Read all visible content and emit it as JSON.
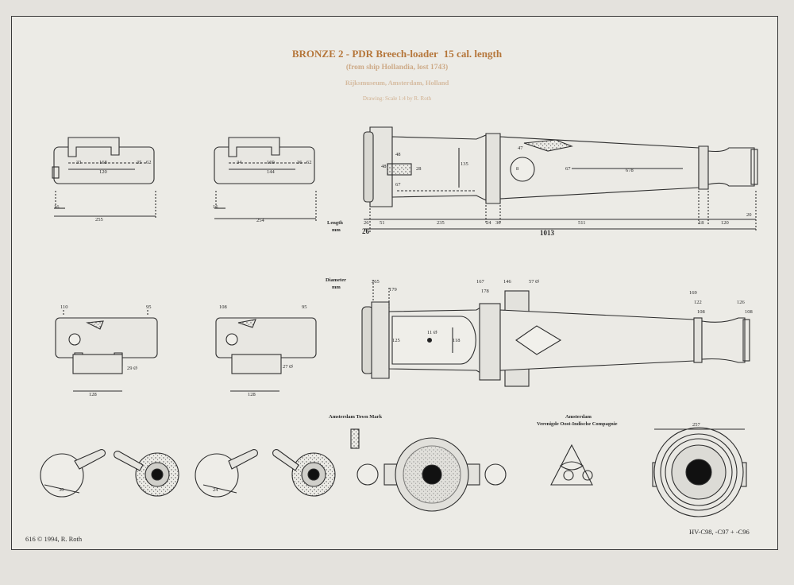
{
  "title": {
    "main": "BRONZE  2 - PDR Breech-loader",
    "caliber": "15 cal. length",
    "sub1": "(from ship Hollandia, lost 1743)",
    "sub2": "Rijksmuseum, Amsterdam, Holland",
    "sub3": "Drawing: Scale 1:4 by R. Roth"
  },
  "labels": {
    "length": "Length",
    "length_unit": "mm",
    "diameter": "Diameter",
    "diameter_unit": "mm",
    "town_mark": "Amsterdam Town Mark",
    "voc_line1": "Amsterdam",
    "voc_line2": "Verenigde Oost-Indische Compagnie"
  },
  "footer": {
    "left": "616 © 1994, R. Roth",
    "right": "HV-C98, -C97 + -C96"
  },
  "dims": {
    "c1_a": "33",
    "c1_b": "168",
    "c1_c": "35",
    "c1_d": "62",
    "c1_e": "120",
    "c1_f": "16",
    "c1_g": "255",
    "c2_a": "34",
    "c2_b": "169",
    "c2_c": "36",
    "c2_d": "62",
    "c2_e": "144",
    "c2_f": "16",
    "c2_g": "254",
    "g_47": "47",
    "g_48a": "48",
    "g_48b": "48",
    "g_28": "28",
    "g_135": "135",
    "g_67a": "67",
    "g_8": "8",
    "g_67b": "67",
    "g_678": "678",
    "l_26a": "26",
    "l_51": "51",
    "l_235": "235",
    "l_24": "24",
    "l_36": "36",
    "l_511": "511",
    "l_18": "18",
    "l_120": "120",
    "l_20": "20",
    "l_26b": "26",
    "l_1013": "1013",
    "d_265": "265",
    "d_179": "179",
    "d_167": "167",
    "d_178": "178",
    "d_146": "146",
    "d_57": "57 Ø",
    "d_169": "169",
    "d_122": "122",
    "d_108a": "108",
    "d_126": "126",
    "d_108b": "108",
    "d_11": "11 Ø",
    "d_125": "125",
    "d_118": "118",
    "s1_110": "110",
    "s1_95": "95",
    "s1_29": "29 Ø",
    "s1_128": "128",
    "s2_108": "108",
    "s2_95": "95",
    "s2_27": "27 Ø",
    "s2_128": "128",
    "e_30": "30",
    "e_24": "24",
    "e_257": "257"
  }
}
